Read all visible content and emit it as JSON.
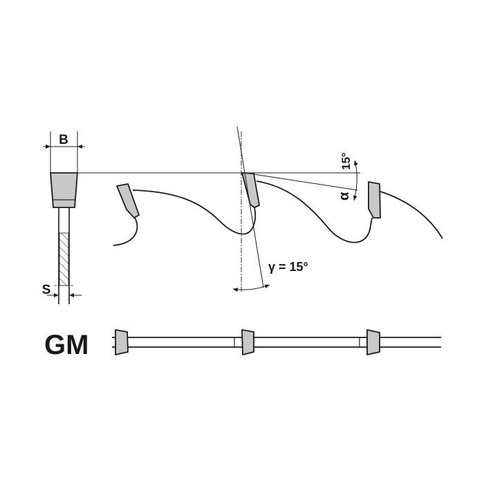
{
  "labels": {
    "width_B": "B",
    "thickness_S": "S",
    "tooth_type": "GM",
    "rake_angle": "γ = 15°",
    "clearance_angle_value": "15°",
    "clearance_angle_symbol": "α"
  },
  "colors": {
    "tooth_fill": "#c8c8c8",
    "line": "#1a1a1a",
    "background": "#ffffff"
  }
}
